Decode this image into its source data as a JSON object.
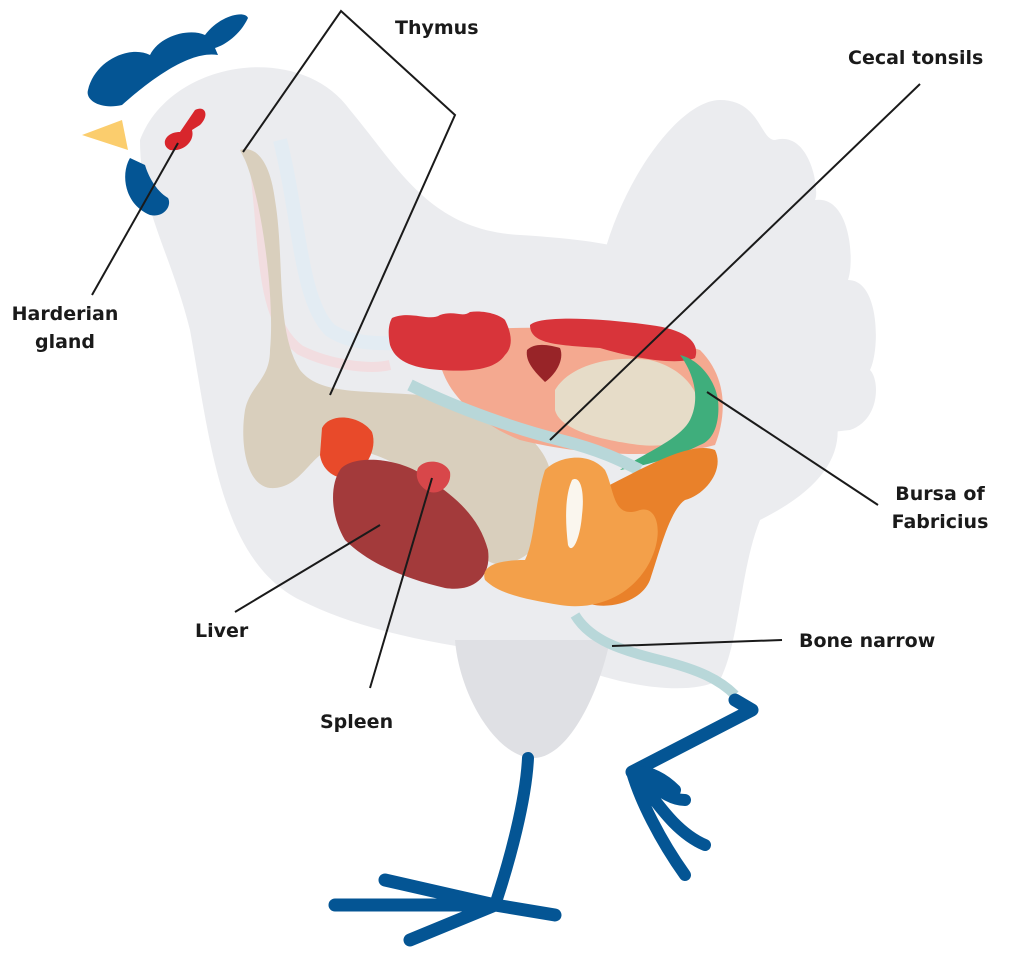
{
  "diagram": {
    "subject": "Chicken immune organs",
    "labels": {
      "thymus": "Thymus",
      "cecal_tonsils": "Cecal tonsils",
      "harderian_gland": [
        "Harderian",
        "gland"
      ],
      "bursa": [
        "Bursa of",
        "Fabricius"
      ],
      "liver": "Liver",
      "bone_marrow": "Bone narrow",
      "spleen": "Spleen"
    },
    "colors": {
      "body": "#ebecef",
      "comb_legs": "#045594",
      "beak": "#fbcd6d",
      "harderian": "#d8262c",
      "thymus_neck": "#d9cfbd",
      "lung": "#d8343a",
      "liver": "#a33a3b",
      "spleen": "#d8474a",
      "intestine": "#f3a04a",
      "intestine_dark": "#e9812a",
      "cecal": "#e6dcc8",
      "bursa": "#3fae7c",
      "bone_marrow": "#b8d7d9",
      "peach": "#f4a990",
      "leader_line": "#1a1a1a"
    }
  }
}
